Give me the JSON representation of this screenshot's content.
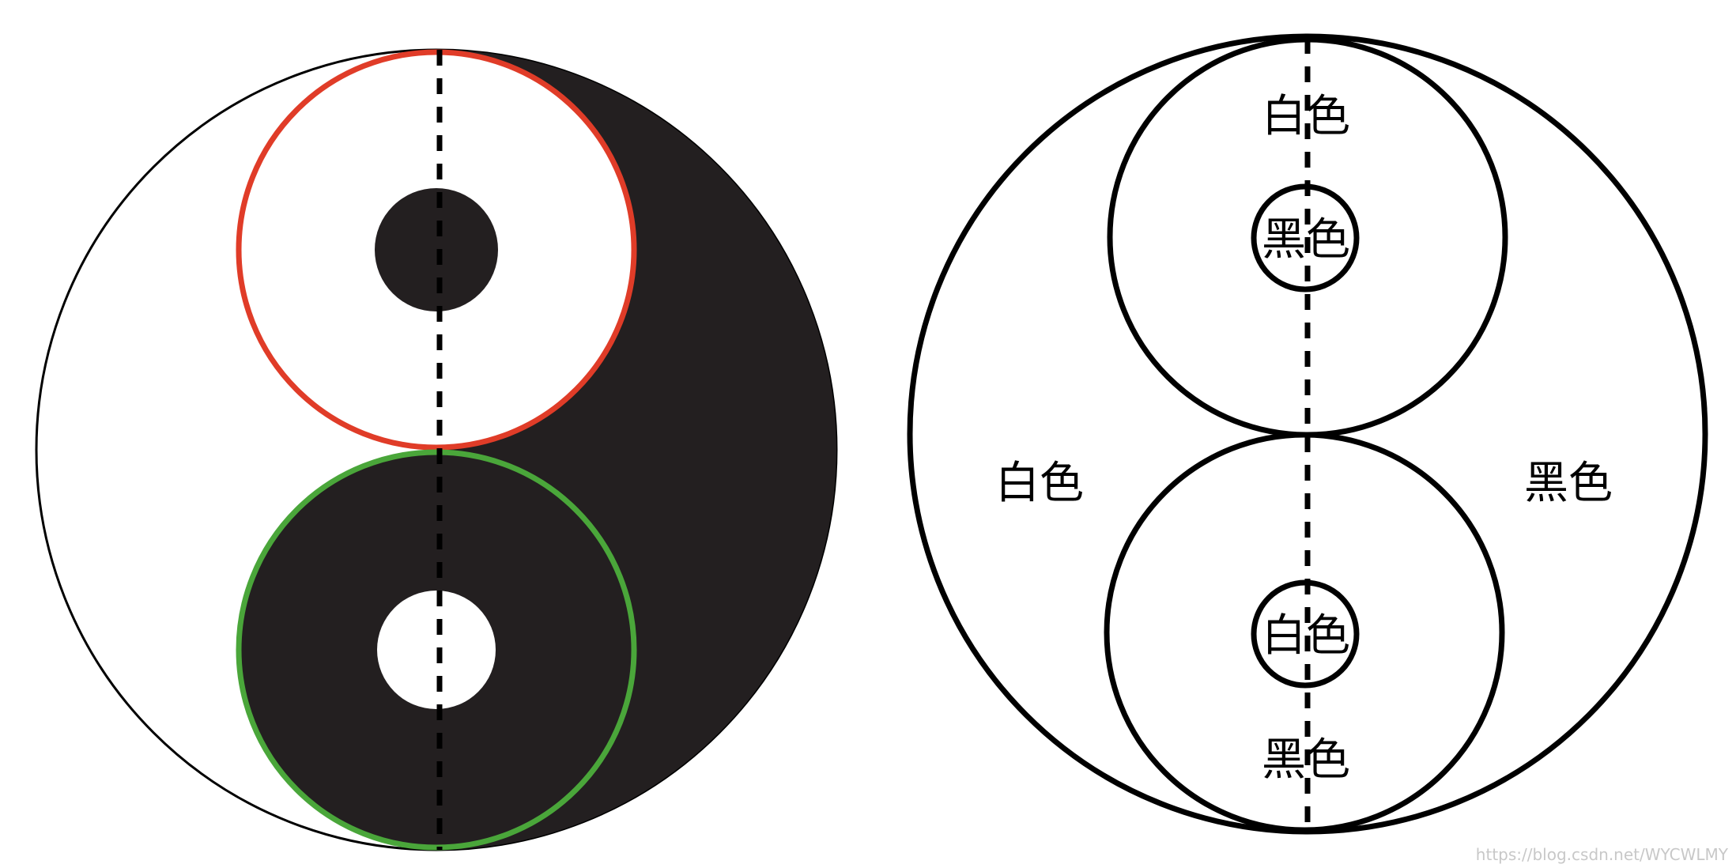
{
  "colors": {
    "black": "#231f20",
    "outline": "#000000",
    "upper_circle": "#e03c28",
    "lower_circle": "#4aa63a",
    "background": "#ffffff"
  },
  "labels": {
    "top_white": "白色",
    "top_small_black": "黑色",
    "left_white": "白色",
    "right_black": "黑色",
    "bottom_small_white": "白色",
    "bottom_black": "黑色"
  },
  "watermark": "https://blog.csdn.net/WYCWLMY"
}
